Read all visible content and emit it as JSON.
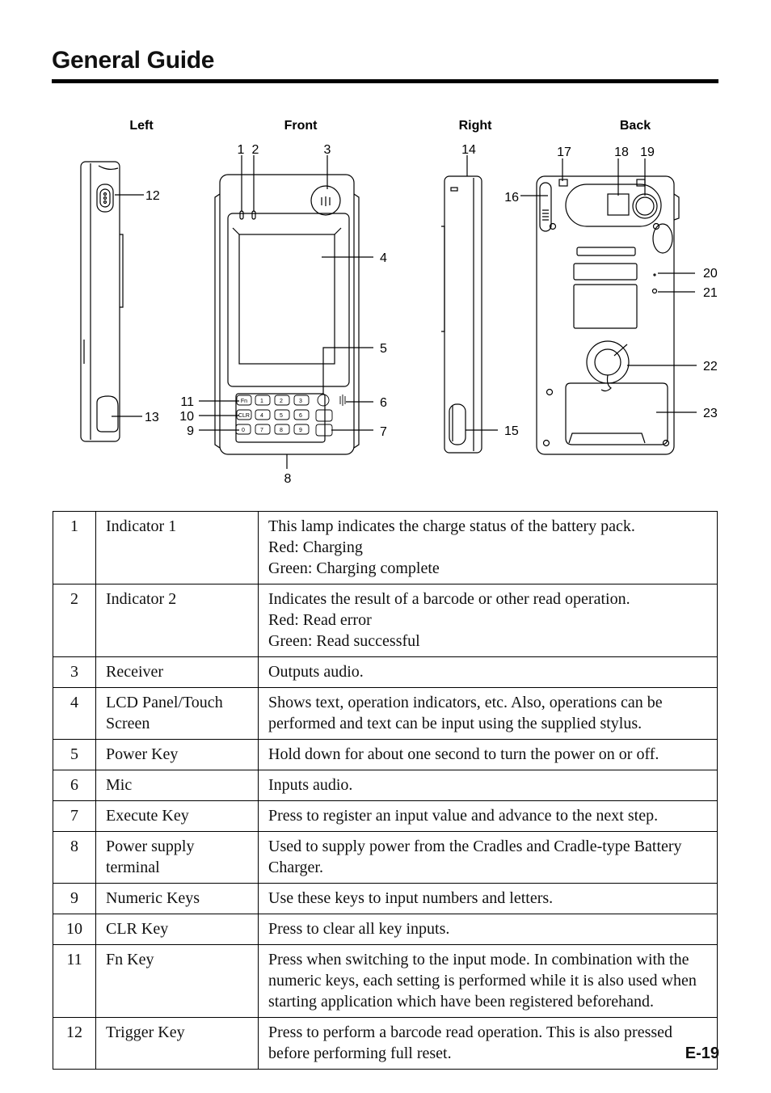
{
  "page": {
    "title": "General Guide",
    "page_number": "E-19"
  },
  "figure": {
    "view_labels": {
      "left": "Left",
      "front": "Front",
      "right": "Right",
      "back": "Back"
    },
    "callouts": {
      "c1": "1",
      "c2": "2",
      "c3": "3",
      "c4": "4",
      "c5": "5",
      "c6": "6",
      "c7": "7",
      "c8": "8",
      "c9": "9",
      "c10": "10",
      "c11": "11",
      "c12": "12",
      "c13": "13",
      "c14": "14",
      "c15": "15",
      "c16": "16",
      "c17": "17",
      "c18": "18",
      "c19": "19",
      "c20": "20",
      "c21": "21",
      "c22": "22",
      "c23": "23"
    },
    "keypad": {
      "fn": "Fn",
      "clr": "CLR",
      "row1": [
        "1",
        "2",
        "3"
      ],
      "row2": [
        "4",
        "5",
        "6"
      ],
      "row3": [
        "0",
        "7",
        "8",
        "9"
      ]
    }
  },
  "parts": [
    {
      "no": "1",
      "name": "Indicator 1",
      "description": [
        "This lamp indicates the charge status of the battery pack.",
        "Red: Charging",
        "Green: Charging complete"
      ]
    },
    {
      "no": "2",
      "name": "Indicator 2",
      "description": [
        "Indicates the result of a barcode or other read operation.",
        "Red: Read error",
        "Green: Read successful"
      ]
    },
    {
      "no": "3",
      "name": "Receiver",
      "description": [
        "Outputs audio."
      ]
    },
    {
      "no": "4",
      "name": "LCD Panel/Touch Screen",
      "description": [
        "Shows text, operation indicators, etc. Also, operations can be performed and text can be input using the supplied stylus."
      ]
    },
    {
      "no": "5",
      "name": "Power Key",
      "description": [
        "Hold down for about one second to turn the power on or off."
      ]
    },
    {
      "no": "6",
      "name": "Mic",
      "description": [
        "Inputs audio."
      ]
    },
    {
      "no": "7",
      "name": "Execute Key",
      "description": [
        "Press to register an input value and advance to the next step."
      ]
    },
    {
      "no": "8",
      "name": "Power supply terminal",
      "description": [
        "Used to supply power from the Cradles and Cradle-type Battery Charger."
      ]
    },
    {
      "no": "9",
      "name": "Numeric Keys",
      "description": [
        "Use these keys to input numbers and letters."
      ]
    },
    {
      "no": "10",
      "name": "CLR Key",
      "description": [
        "Press to clear all key inputs."
      ]
    },
    {
      "no": "11",
      "name": "Fn Key",
      "description": [
        "Press when switching to the input mode. In combination with the numeric keys, each setting is performed while it is also used when starting application which have been registered beforehand."
      ]
    },
    {
      "no": "12",
      "name": "Trigger Key",
      "description": [
        "Press to perform a barcode read operation. This is also pressed before performing full reset."
      ]
    }
  ]
}
